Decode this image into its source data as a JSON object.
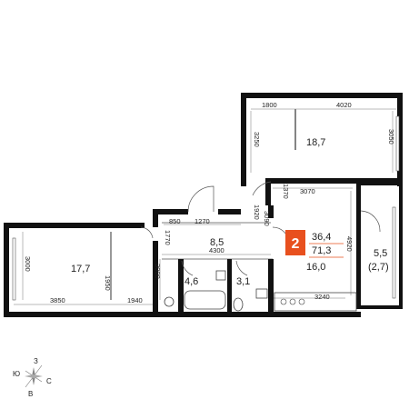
{
  "apartment": {
    "number": "2",
    "living_area": "36,4",
    "total_area": "71,3",
    "accent_color": "#e8501e"
  },
  "rooms": {
    "bedroom_top": "18,7",
    "kitchen_living": "16,0",
    "bedroom_left": "17,7",
    "hall": "8,5",
    "bathroom": "4,6",
    "wc": "3,1",
    "balcony": "5,5",
    "balcony_reduced": "(2,7)"
  },
  "dimensions": {
    "d1800": "1800",
    "d4020": "4020",
    "d3250": "3250",
    "d3050": "3050",
    "d1920": "1920",
    "d3090": "3090",
    "d1370": "1370",
    "d3070": "3070",
    "d850": "850",
    "d1270": "1270",
    "d1770": "1770",
    "d4300": "4300",
    "d3000_left": "3000",
    "d3000_mid": "3000",
    "d1950": "1950",
    "d3850": "3850",
    "d1940": "1940",
    "d4920": "4920",
    "d3240": "3240"
  },
  "compass": {
    "north": "З",
    "west": "Ю",
    "east": "С",
    "south": "В"
  }
}
